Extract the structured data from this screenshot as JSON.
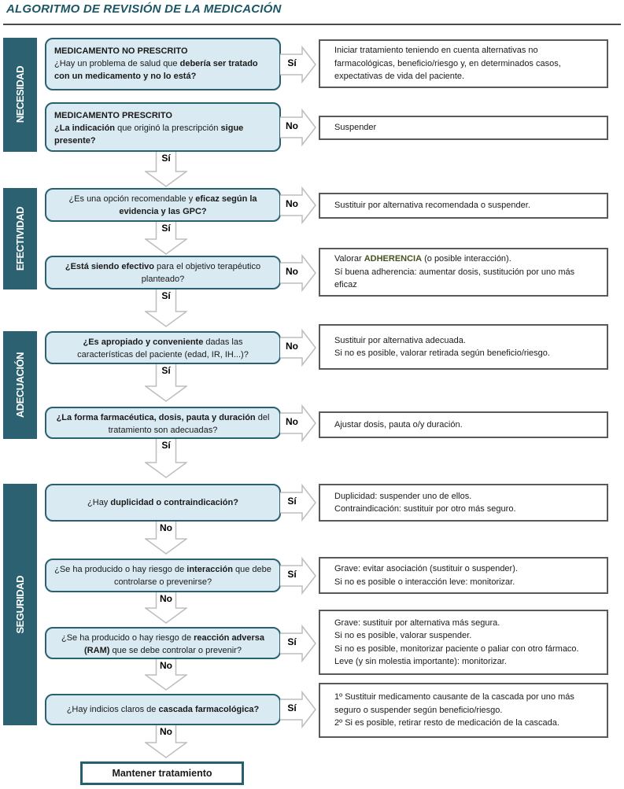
{
  "title": "ALGORITMO DE REVISIÓN DE LA MEDICACIÓN",
  "colors": {
    "teal_dark": "#2B6171",
    "title_teal": "#1E5565",
    "question_fill": "#D9EAF2",
    "question_border": "#2A6171",
    "answer_border": "#595959",
    "arrow_outline": "#BDBDBD",
    "adherencia_green": "#465320"
  },
  "sections": [
    {
      "label": "NECESIDAD"
    },
    {
      "label": "EFECTIVIDAD"
    },
    {
      "label": "ADECUACIÓN"
    },
    {
      "label": "SEGURIDAD"
    }
  ],
  "rows": [
    {
      "question": {
        "lines": [
          [
            {
              "t": "MEDICAMENTO NO PRESCRITO",
              "b": true
            }
          ],
          [
            {
              "t": "¿Hay un problema de salud que "
            },
            {
              "t": "debería ser tratado con un medicamento y no lo está?",
              "b": true
            }
          ]
        ]
      },
      "branch_label": "Sí",
      "answer": {
        "lines": [
          [
            {
              "t": "Iniciar tratamiento teniendo en cuenta alternativas no farmacológicas, beneficio/riesgo y, en determinados casos, expectativas de vida del paciente."
            }
          ]
        ]
      },
      "down_label": null
    },
    {
      "question": {
        "lines": [
          [
            {
              "t": "MEDICAMENTO PRESCRITO",
              "b": true
            }
          ],
          [
            {
              "t": "¿La indicación",
              "b": true
            },
            {
              "t": " que originó la prescripción "
            },
            {
              "t": "sigue presente?",
              "b": true
            }
          ]
        ]
      },
      "branch_label": "No",
      "answer": {
        "lines": [
          [
            {
              "t": "Suspender"
            }
          ]
        ]
      },
      "down_label": "Sí"
    },
    {
      "question": {
        "lines": [
          [
            {
              "t": "¿Es una opción recomendable y "
            },
            {
              "t": "eficaz según la evidencia y las GPC?",
              "b": true
            }
          ]
        ]
      },
      "branch_label": "No",
      "answer": {
        "lines": [
          [
            {
              "t": "Sustituir por alternativa recomendada o suspender."
            }
          ]
        ]
      },
      "down_label": "Sí"
    },
    {
      "question": {
        "lines": [
          [
            {
              "t": "¿Está siendo efectivo",
              "b": true
            },
            {
              "t": " para el objetivo terapéutico planteado?"
            }
          ]
        ]
      },
      "branch_label": "No",
      "answer": {
        "lines": [
          [
            {
              "t": "Valorar "
            },
            {
              "t": "ADHERENCIA",
              "b": true,
              "c": "#465320"
            },
            {
              "t": " (o posible interacción)."
            }
          ],
          [
            {
              "t": "Sí buena adherencia: aumentar dosis, sustitución por uno más eficaz"
            }
          ]
        ]
      },
      "down_label": "Sí"
    },
    {
      "question": {
        "lines": [
          [
            {
              "t": "¿Es apropiado y conveniente",
              "b": true
            },
            {
              "t": " dadas las características del paciente (edad, IR, IH...)?"
            }
          ]
        ]
      },
      "branch_label": "No",
      "answer": {
        "lines": [
          [
            {
              "t": "Sustituir por alternativa adecuada."
            }
          ],
          [
            {
              "t": "Si no es posible, valorar retirada según beneficio/riesgo."
            }
          ]
        ]
      },
      "down_label": "Sí"
    },
    {
      "question": {
        "lines": [
          [
            {
              "t": "¿La forma farmacéutica, dosis, pauta y duración",
              "b": true
            },
            {
              "t": " del tratamiento son adecuadas?"
            }
          ]
        ]
      },
      "branch_label": "No",
      "answer": {
        "lines": [
          [
            {
              "t": "Ajustar dosis, pauta o/y duración."
            }
          ]
        ]
      },
      "down_label": "Sí"
    },
    {
      "question": {
        "lines": [
          [
            {
              "t": "¿Hay "
            },
            {
              "t": "duplicidad o contraindicación?",
              "b": true
            }
          ]
        ]
      },
      "branch_label": "Sí",
      "answer": {
        "lines": [
          [
            {
              "t": "Duplicidad: suspender uno de ellos."
            }
          ],
          [
            {
              "t": "Contraindicación: sustituir por otro más seguro."
            }
          ]
        ]
      },
      "down_label": "No"
    },
    {
      "question": {
        "lines": [
          [
            {
              "t": "¿Se ha producido o hay riesgo de "
            },
            {
              "t": "interacción",
              "b": true
            },
            {
              "t": " que debe controlarse o prevenirse?"
            }
          ]
        ]
      },
      "branch_label": "Sí",
      "answer": {
        "lines": [
          [
            {
              "t": "Grave: evitar asociación (sustituir o suspender)."
            }
          ],
          [
            {
              "t": "Si no es posible o interacción leve: monitorizar."
            }
          ]
        ]
      },
      "down_label": "No"
    },
    {
      "question": {
        "lines": [
          [
            {
              "t": "¿Se ha producido o hay riesgo de "
            },
            {
              "t": "reacción adversa (RAM)",
              "b": true
            },
            {
              "t": " que se debe controlar o prevenir?"
            }
          ]
        ]
      },
      "branch_label": "Sí",
      "answer": {
        "lines": [
          [
            {
              "t": "Grave: sustituir por alternativa más segura."
            }
          ],
          [
            {
              "t": "Si no es posible, valorar suspender."
            }
          ],
          [
            {
              "t": "Si no es posible, monitorizar paciente o paliar con otro fármaco."
            }
          ],
          [
            {
              "t": "Leve (y sin molestia importante): monitorizar."
            }
          ]
        ]
      },
      "down_label": "No"
    },
    {
      "question": {
        "lines": [
          [
            {
              "t": "¿Hay indicios claros de "
            },
            {
              "t": "cascada farmacológica?",
              "b": true
            }
          ]
        ]
      },
      "branch_label": "Sí",
      "answer": {
        "lines": [
          [
            {
              "t": "1º Sustituir medicamento causante de la cascada por uno más seguro o suspender según beneficio/riesgo."
            }
          ],
          [
            {
              "t": "2º Si es posible, retirar resto de medicación de la cascada."
            }
          ]
        ]
      },
      "down_label": "No"
    }
  ],
  "final_label": "Mantener tratamiento"
}
